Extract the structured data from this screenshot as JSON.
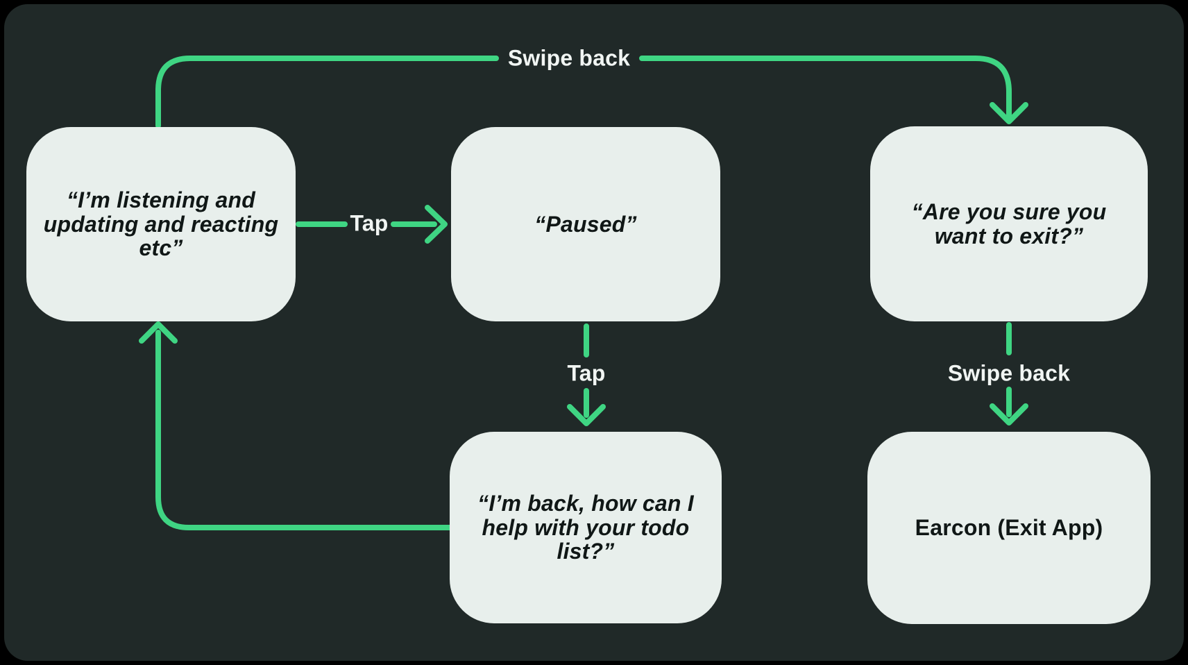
{
  "diagram": {
    "title": "",
    "nodes": {
      "listening": {
        "text": "“I’m listening and\nupdating and reacting\netc”",
        "style": "quoted-italic"
      },
      "paused": {
        "text": "“Paused”",
        "style": "quoted-italic"
      },
      "confirm_exit": {
        "text": "“Are you sure you\nwant to exit?”",
        "style": "quoted-italic"
      },
      "back_help": {
        "text": "“I’m back, how can I\nhelp with your todo\nlist?”",
        "style": "quoted-italic"
      },
      "earcon": {
        "text": "Earcon (Exit App)",
        "style": "plain-bold"
      }
    },
    "edges": [
      {
        "from": "listening",
        "to": "confirm_exit",
        "label": "Swipe back"
      },
      {
        "from": "listening",
        "to": "paused",
        "label": "Tap"
      },
      {
        "from": "paused",
        "to": "back_help",
        "label": "Tap"
      },
      {
        "from": "back_help",
        "to": "listening",
        "label": ""
      },
      {
        "from": "confirm_exit",
        "to": "earcon",
        "label": "Swipe back"
      }
    ]
  },
  "colors": {
    "background": "#000000",
    "panel": "#202928",
    "node_fill": "#E8EFEC",
    "node_text": "#101716",
    "arrow": "#3FD583",
    "label_text": "#F1F5F3"
  }
}
